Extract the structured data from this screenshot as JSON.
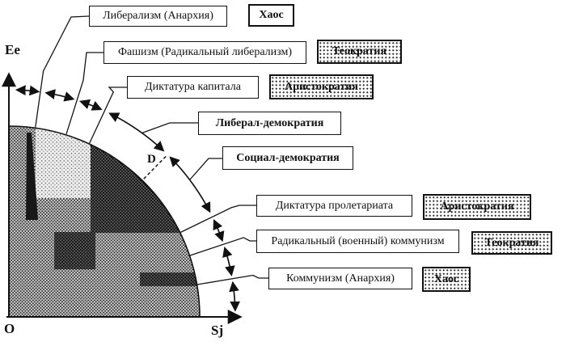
{
  "figure": {
    "y_axis": "Ee",
    "x_axis": "Sj",
    "origin": "O",
    "point_d": "D"
  },
  "system_labels": [
    "Либерализм (Анархия)",
    "Фашизм (Радикальный либерализм)",
    "Диктатура капитала",
    "Либерал-демократия",
    "Социал-демократия",
    "Диктатура пролетариата",
    "Радикальный (военный) коммунизм",
    "Коммунизм (Анархия)"
  ],
  "regime_labels": [
    "Хаос",
    "Теократия",
    "Аристократия",
    "Аристократия",
    "Теократия",
    "Хаос"
  ],
  "colors": {
    "ink": "#111111"
  }
}
